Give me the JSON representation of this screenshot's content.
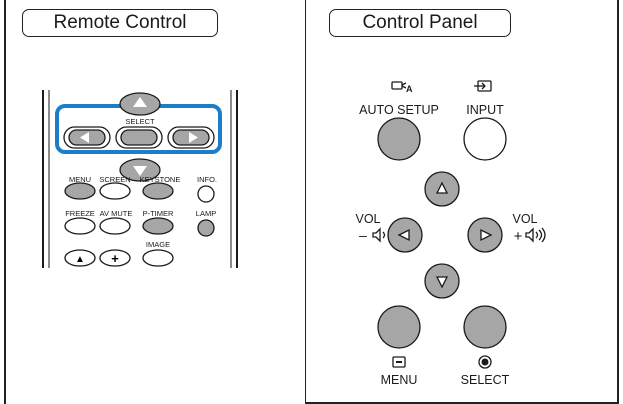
{
  "remote": {
    "heading": "Remote Control",
    "select_label": "SELECT",
    "button_labels": {
      "menu": "MENU",
      "screen": "SCREEN",
      "keystone": "KEYSTONE",
      "info": "INFO.",
      "freeze": "FREEZE",
      "av_mute": "AV MUTE",
      "p_timer": "P-TIMER",
      "lamp": "LAMP",
      "image": "IMAGE"
    },
    "bottom_symbols": {
      "left": "▲",
      "right": "+"
    },
    "highlight_color": "#1a7fc7"
  },
  "panel": {
    "heading": "Control Panel",
    "auto_setup_label": "AUTO SETUP",
    "input_label": "INPUT",
    "vol_minus_label": "VOL",
    "vol_minus_sign": "–",
    "vol_plus_label": "VOL",
    "vol_plus_sign": "+",
    "menu_label": "MENU",
    "select_label": "SELECT"
  },
  "colors": {
    "pressed_fill": "#a6a6a6",
    "outline": "#1a1a1a"
  }
}
